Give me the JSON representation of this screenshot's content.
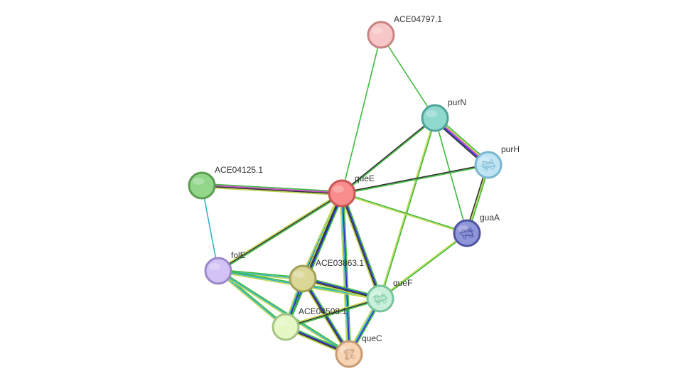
{
  "nodes": [
    {
      "id": "ACE04797.1",
      "label": "ACE04797.1",
      "fill": "#f7c6c6",
      "stroke": "#c98383",
      "style": "plain"
    },
    {
      "id": "purN",
      "label": "purN",
      "fill": "#8fd9cf",
      "stroke": "#4fa49a",
      "style": "plain"
    },
    {
      "id": "purH",
      "label": "purH",
      "fill": "#bfe4f4",
      "stroke": "#79b6d0",
      "style": "structure"
    },
    {
      "id": "ACE04125.1",
      "label": "ACE04125.1",
      "fill": "#92d68a",
      "stroke": "#5b9d52",
      "style": "plain"
    },
    {
      "id": "queE",
      "label": "queE",
      "fill": "#f98c8c",
      "stroke": "#c95757",
      "style": "plain"
    },
    {
      "id": "guaA",
      "label": "guaA",
      "fill": "#8f95d9",
      "stroke": "#4e54a3",
      "style": "structure"
    },
    {
      "id": "folE",
      "label": "folE",
      "fill": "#d2c2f5",
      "stroke": "#9c86c9",
      "style": "plain"
    },
    {
      "id": "ACE03863.1",
      "label": "ACE03863.1",
      "fill": "#dad797",
      "stroke": "#a4a05b",
      "style": "plain"
    },
    {
      "id": "queF",
      "label": "queF",
      "fill": "#c7efd9",
      "stroke": "#78c49c",
      "style": "structure"
    },
    {
      "id": "ACE04508.1",
      "label": "ACE04508.1",
      "fill": "#e4f7c4",
      "stroke": "#a4c484",
      "style": "plain"
    },
    {
      "id": "queC",
      "label": "queC",
      "fill": "#f6d4b4",
      "stroke": "#c99a72",
      "style": "structure"
    }
  ],
  "edges": [
    {
      "source": "ACE04797.1",
      "target": "queE",
      "colors": [
        "#3dbb3d"
      ]
    },
    {
      "source": "ACE04797.1",
      "target": "purN",
      "colors": [
        "#3dbb3d"
      ]
    },
    {
      "source": "purN",
      "target": "queE",
      "colors": [
        "#3dbb3d",
        "#333333"
      ]
    },
    {
      "source": "purN",
      "target": "purH",
      "colors": [
        "#3dbb3d",
        "#c2d84e",
        "#d040d0",
        "#2a2ad0",
        "#333333"
      ]
    },
    {
      "source": "purN",
      "target": "guaA",
      "colors": [
        "#3dbb3d"
      ]
    },
    {
      "source": "purN",
      "target": "queF",
      "colors": [
        "#3dbb3d",
        "#c2d84e"
      ]
    },
    {
      "source": "purH",
      "target": "queE",
      "colors": [
        "#3dbb3d",
        "#333333"
      ]
    },
    {
      "source": "purH",
      "target": "guaA",
      "colors": [
        "#3dbb3d",
        "#c2d84e",
        "#333333"
      ]
    },
    {
      "source": "ACE04125.1",
      "target": "queE",
      "colors": [
        "#3dbb3d",
        "#d040d0",
        "#333333",
        "#c2d84e"
      ]
    },
    {
      "source": "ACE04125.1",
      "target": "folE",
      "colors": [
        "#2fb3c6"
      ]
    },
    {
      "source": "queE",
      "target": "guaA",
      "colors": [
        "#3dbb3d",
        "#c2d84e"
      ]
    },
    {
      "source": "queE",
      "target": "folE",
      "colors": [
        "#3dbb3d",
        "#333333",
        "#c2d84e"
      ]
    },
    {
      "source": "queE",
      "target": "ACE03863.1",
      "colors": [
        "#3dbb3d",
        "#2a2ad0",
        "#333333",
        "#2fb3c6",
        "#c2d84e"
      ]
    },
    {
      "source": "queE",
      "target": "queF",
      "colors": [
        "#3dbb3d",
        "#2a2ad0",
        "#333333",
        "#c2d84e"
      ]
    },
    {
      "source": "queE",
      "target": "ACE04508.1",
      "colors": [
        "#3dbb3d",
        "#2a2ad0",
        "#333333",
        "#c2d84e"
      ]
    },
    {
      "source": "queE",
      "target": "queC",
      "colors": [
        "#3dbb3d",
        "#2a2ad0",
        "#2fb3c6",
        "#c2d84e"
      ]
    },
    {
      "source": "guaA",
      "target": "queF",
      "colors": [
        "#3dbb3d",
        "#c2d84e"
      ]
    },
    {
      "source": "folE",
      "target": "ACE03863.1",
      "colors": [
        "#3dbb3d",
        "#2fb3c6",
        "#c2d84e"
      ]
    },
    {
      "source": "folE",
      "target": "queF",
      "colors": [
        "#3dbb3d",
        "#2fb3c6",
        "#c2d84e"
      ]
    },
    {
      "source": "folE",
      "target": "ACE04508.1",
      "colors": [
        "#3dbb3d",
        "#2fb3c6",
        "#c2d84e"
      ]
    },
    {
      "source": "folE",
      "target": "queC",
      "colors": [
        "#3dbb3d",
        "#2fb3c6",
        "#c2d84e"
      ]
    },
    {
      "source": "ACE03863.1",
      "target": "queF",
      "colors": [
        "#3dbb3d",
        "#2a2ad0",
        "#333333",
        "#c2d84e"
      ]
    },
    {
      "source": "ACE03863.1",
      "target": "ACE04508.1",
      "colors": [
        "#3dbb3d",
        "#2a2ad0",
        "#2fb3c6",
        "#c2d84e"
      ]
    },
    {
      "source": "ACE03863.1",
      "target": "queC",
      "colors": [
        "#3dbb3d",
        "#2a2ad0",
        "#333333",
        "#c2d84e"
      ]
    },
    {
      "source": "queF",
      "target": "ACE04508.1",
      "colors": [
        "#3dbb3d",
        "#333333",
        "#c2d84e"
      ]
    },
    {
      "source": "queF",
      "target": "queC",
      "colors": [
        "#3dbb3d",
        "#2a2ad0",
        "#2fb3c6",
        "#c2d84e"
      ]
    },
    {
      "source": "ACE04508.1",
      "target": "queC",
      "colors": [
        "#3dbb3d",
        "#2a2ad0",
        "#333333",
        "#c2d84e"
      ]
    }
  ]
}
